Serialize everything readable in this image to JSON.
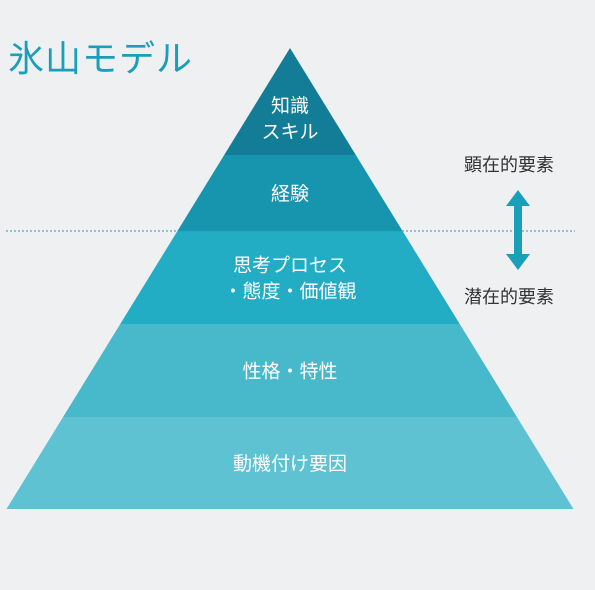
{
  "title": "氷山モデル",
  "layers": [
    {
      "lines": [
        "知識",
        "スキル"
      ],
      "color": "#137d97"
    },
    {
      "lines": [
        "経験"
      ],
      "color": "#1795ae"
    },
    {
      "lines": [
        "思考プロセス",
        "・態度・価値観"
      ],
      "color": "#23adc5"
    },
    {
      "lines": [
        "性格・特性"
      ],
      "color": "#48b8cb"
    },
    {
      "lines": [
        "動機付け要因"
      ],
      "color": "#5fc2d2"
    }
  ],
  "visible_label": "顕在的要素",
  "hidden_label": "潜在的要素",
  "colors": {
    "title": "#1a9fba",
    "waterline": "#1a9fba",
    "arrow": "#1a9fba",
    "layer_text": "#ffffff",
    "background": "#eff0f2"
  }
}
